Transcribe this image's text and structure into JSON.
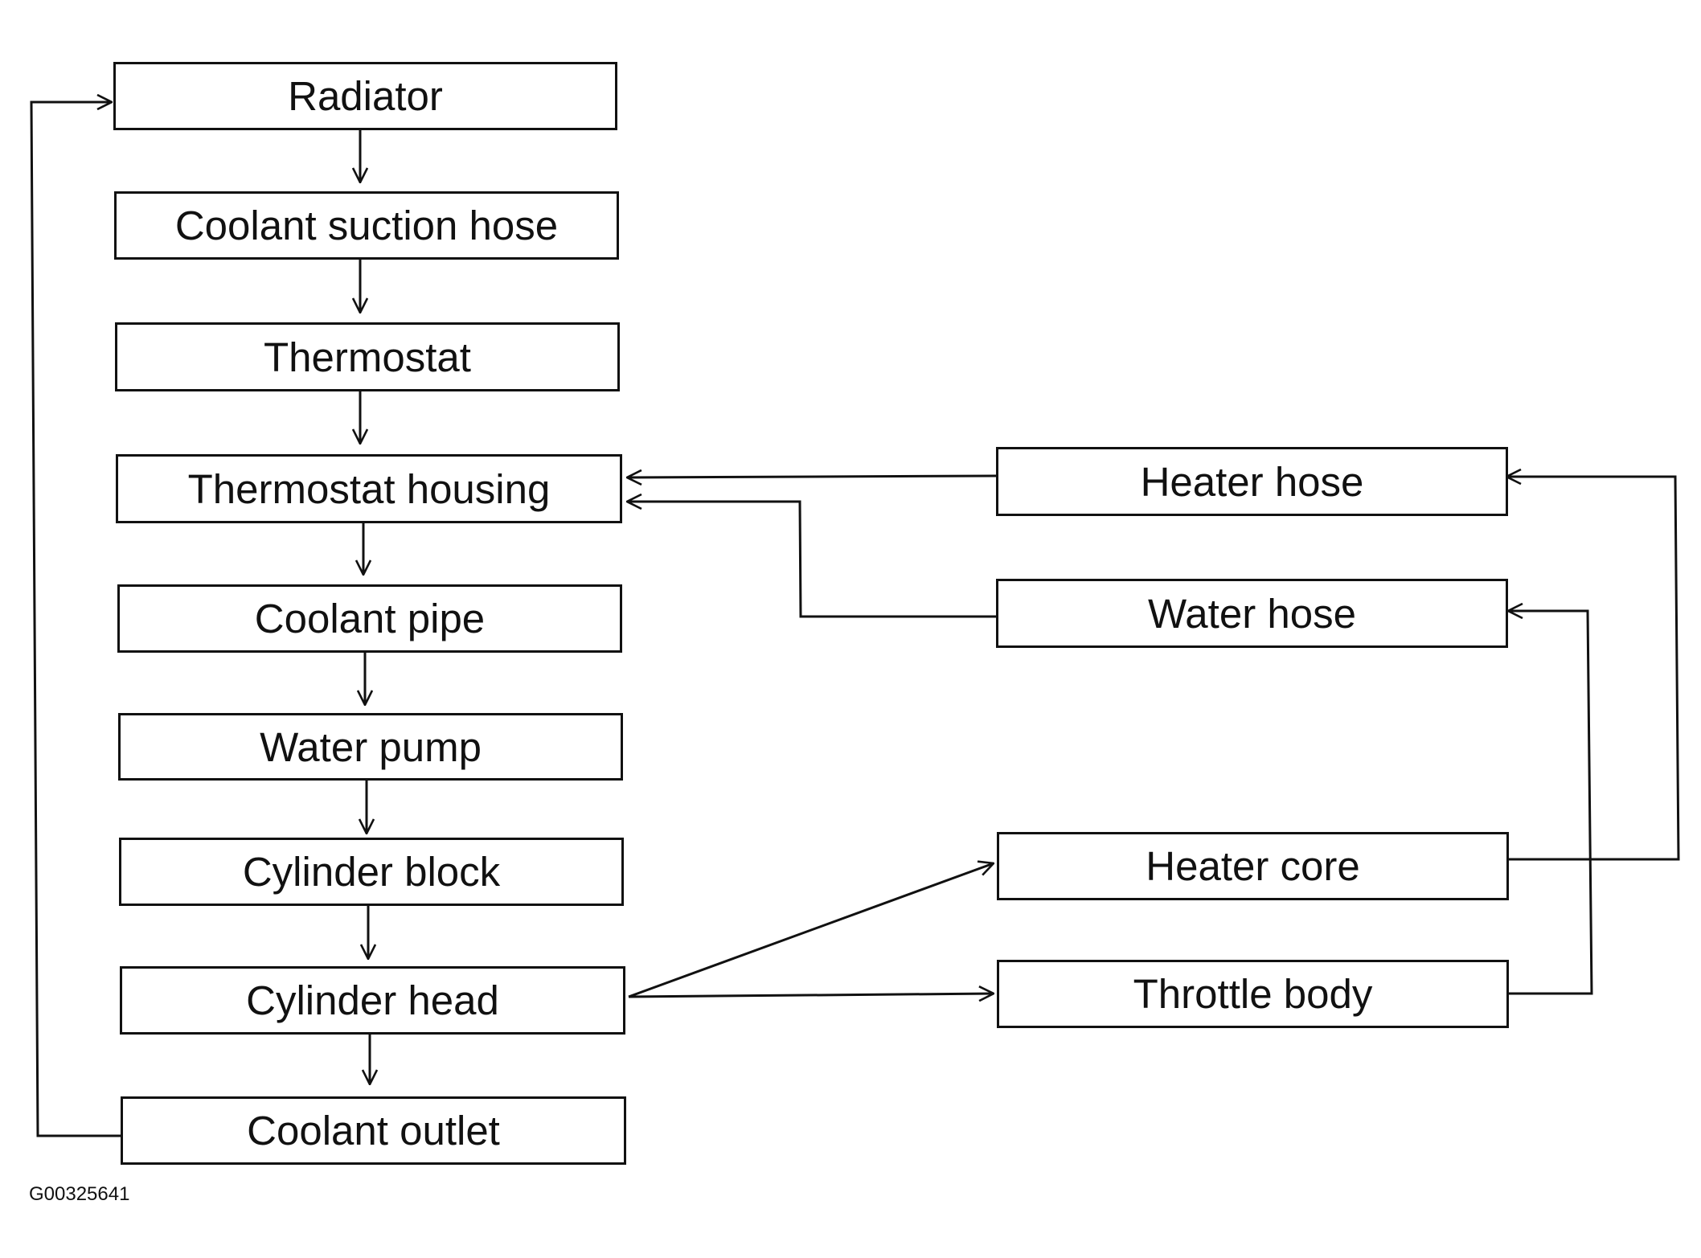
{
  "flow_left": [
    {
      "id": "radiator",
      "label": "Radiator"
    },
    {
      "id": "coolant-suction-hose",
      "label": "Coolant suction hose"
    },
    {
      "id": "thermostat",
      "label": "Thermostat"
    },
    {
      "id": "thermostat-housing",
      "label": "Thermostat housing"
    },
    {
      "id": "coolant-pipe",
      "label": "Coolant pipe"
    },
    {
      "id": "water-pump",
      "label": "Water pump"
    },
    {
      "id": "cylinder-block",
      "label": "Cylinder block"
    },
    {
      "id": "cylinder-head",
      "label": "Cylinder head"
    },
    {
      "id": "coolant-outlet",
      "label": "Coolant outlet"
    }
  ],
  "flow_right": [
    {
      "id": "heater-hose",
      "label": "Heater hose"
    },
    {
      "id": "water-hose",
      "label": "Water hose"
    },
    {
      "id": "heater-core",
      "label": "Heater core"
    },
    {
      "id": "throttle-body",
      "label": "Throttle body"
    }
  ],
  "figure_id": "G00325641",
  "colors": {
    "line": "#111111",
    "background": "#ffffff"
  }
}
